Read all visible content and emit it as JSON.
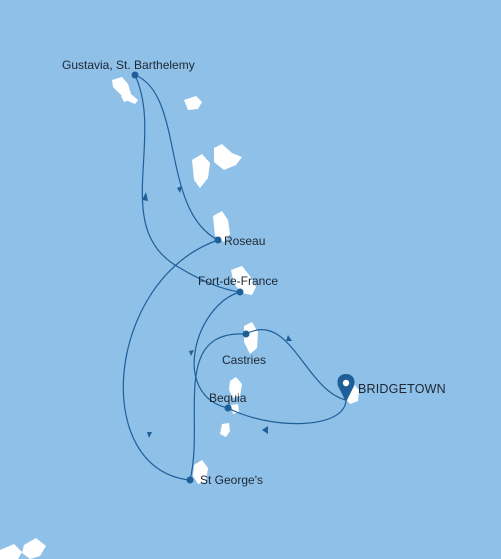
{
  "colors": {
    "sea": "#8fc0e8",
    "land": "#ffffff",
    "route": "#1f5f99",
    "marker": "#1f5f99"
  },
  "map": {
    "home_port": {
      "name": "BRIDGETOWN",
      "icon": "map-pin-icon"
    },
    "stops": [
      {
        "name": "Gustavia, St. Barthelemy"
      },
      {
        "name": "Roseau"
      },
      {
        "name": "Fort-de-France"
      },
      {
        "name": "Castries"
      },
      {
        "name": "Bequia"
      },
      {
        "name": "St George's"
      }
    ]
  }
}
